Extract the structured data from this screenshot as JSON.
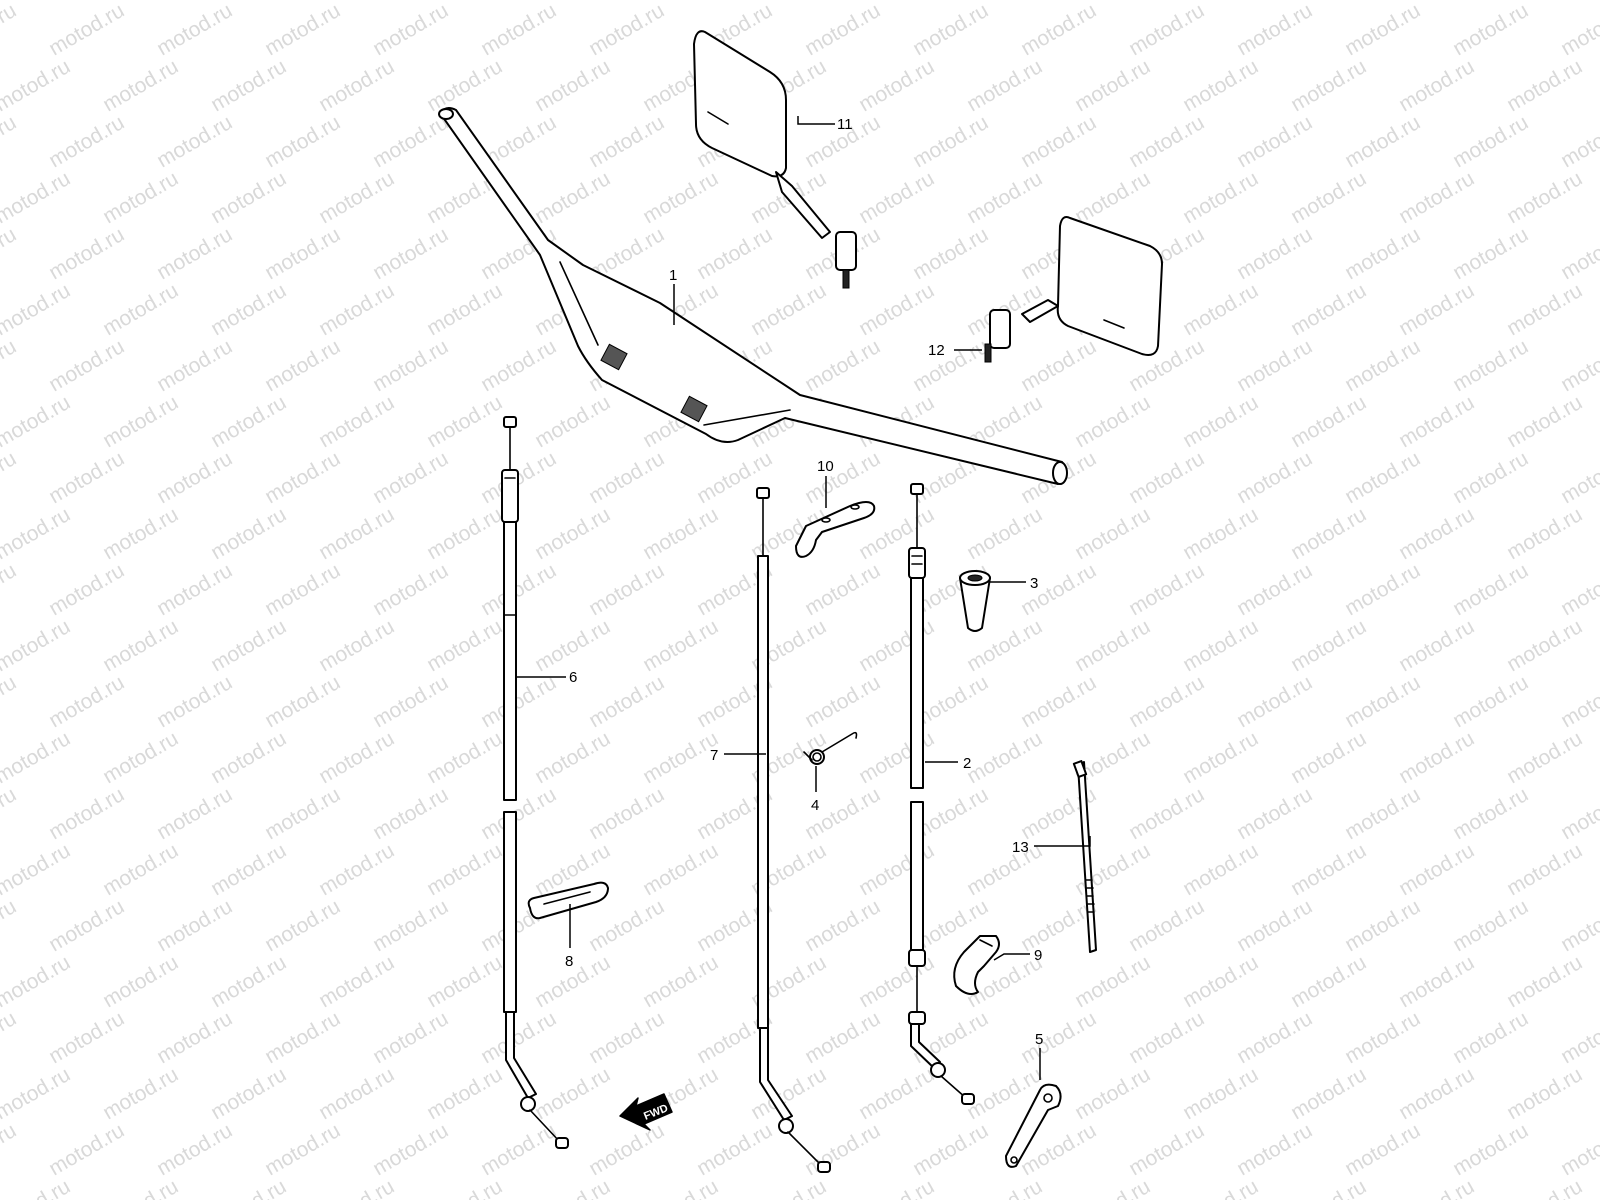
{
  "watermark": {
    "text": "motod.ru",
    "color": "#d9d9d9"
  },
  "direction_marker": {
    "label": "FWD"
  },
  "callouts": [
    {
      "id": "c1",
      "label": "1"
    },
    {
      "id": "c2",
      "label": "2"
    },
    {
      "id": "c3",
      "label": "3"
    },
    {
      "id": "c4",
      "label": "4"
    },
    {
      "id": "c5",
      "label": "5"
    },
    {
      "id": "c6",
      "label": "6"
    },
    {
      "id": "c7",
      "label": "7"
    },
    {
      "id": "c8",
      "label": "8"
    },
    {
      "id": "c9",
      "label": "9"
    },
    {
      "id": "c10",
      "label": "10"
    },
    {
      "id": "c11",
      "label": "11"
    },
    {
      "id": "c12",
      "label": "12"
    },
    {
      "id": "c13",
      "label": "13"
    }
  ]
}
